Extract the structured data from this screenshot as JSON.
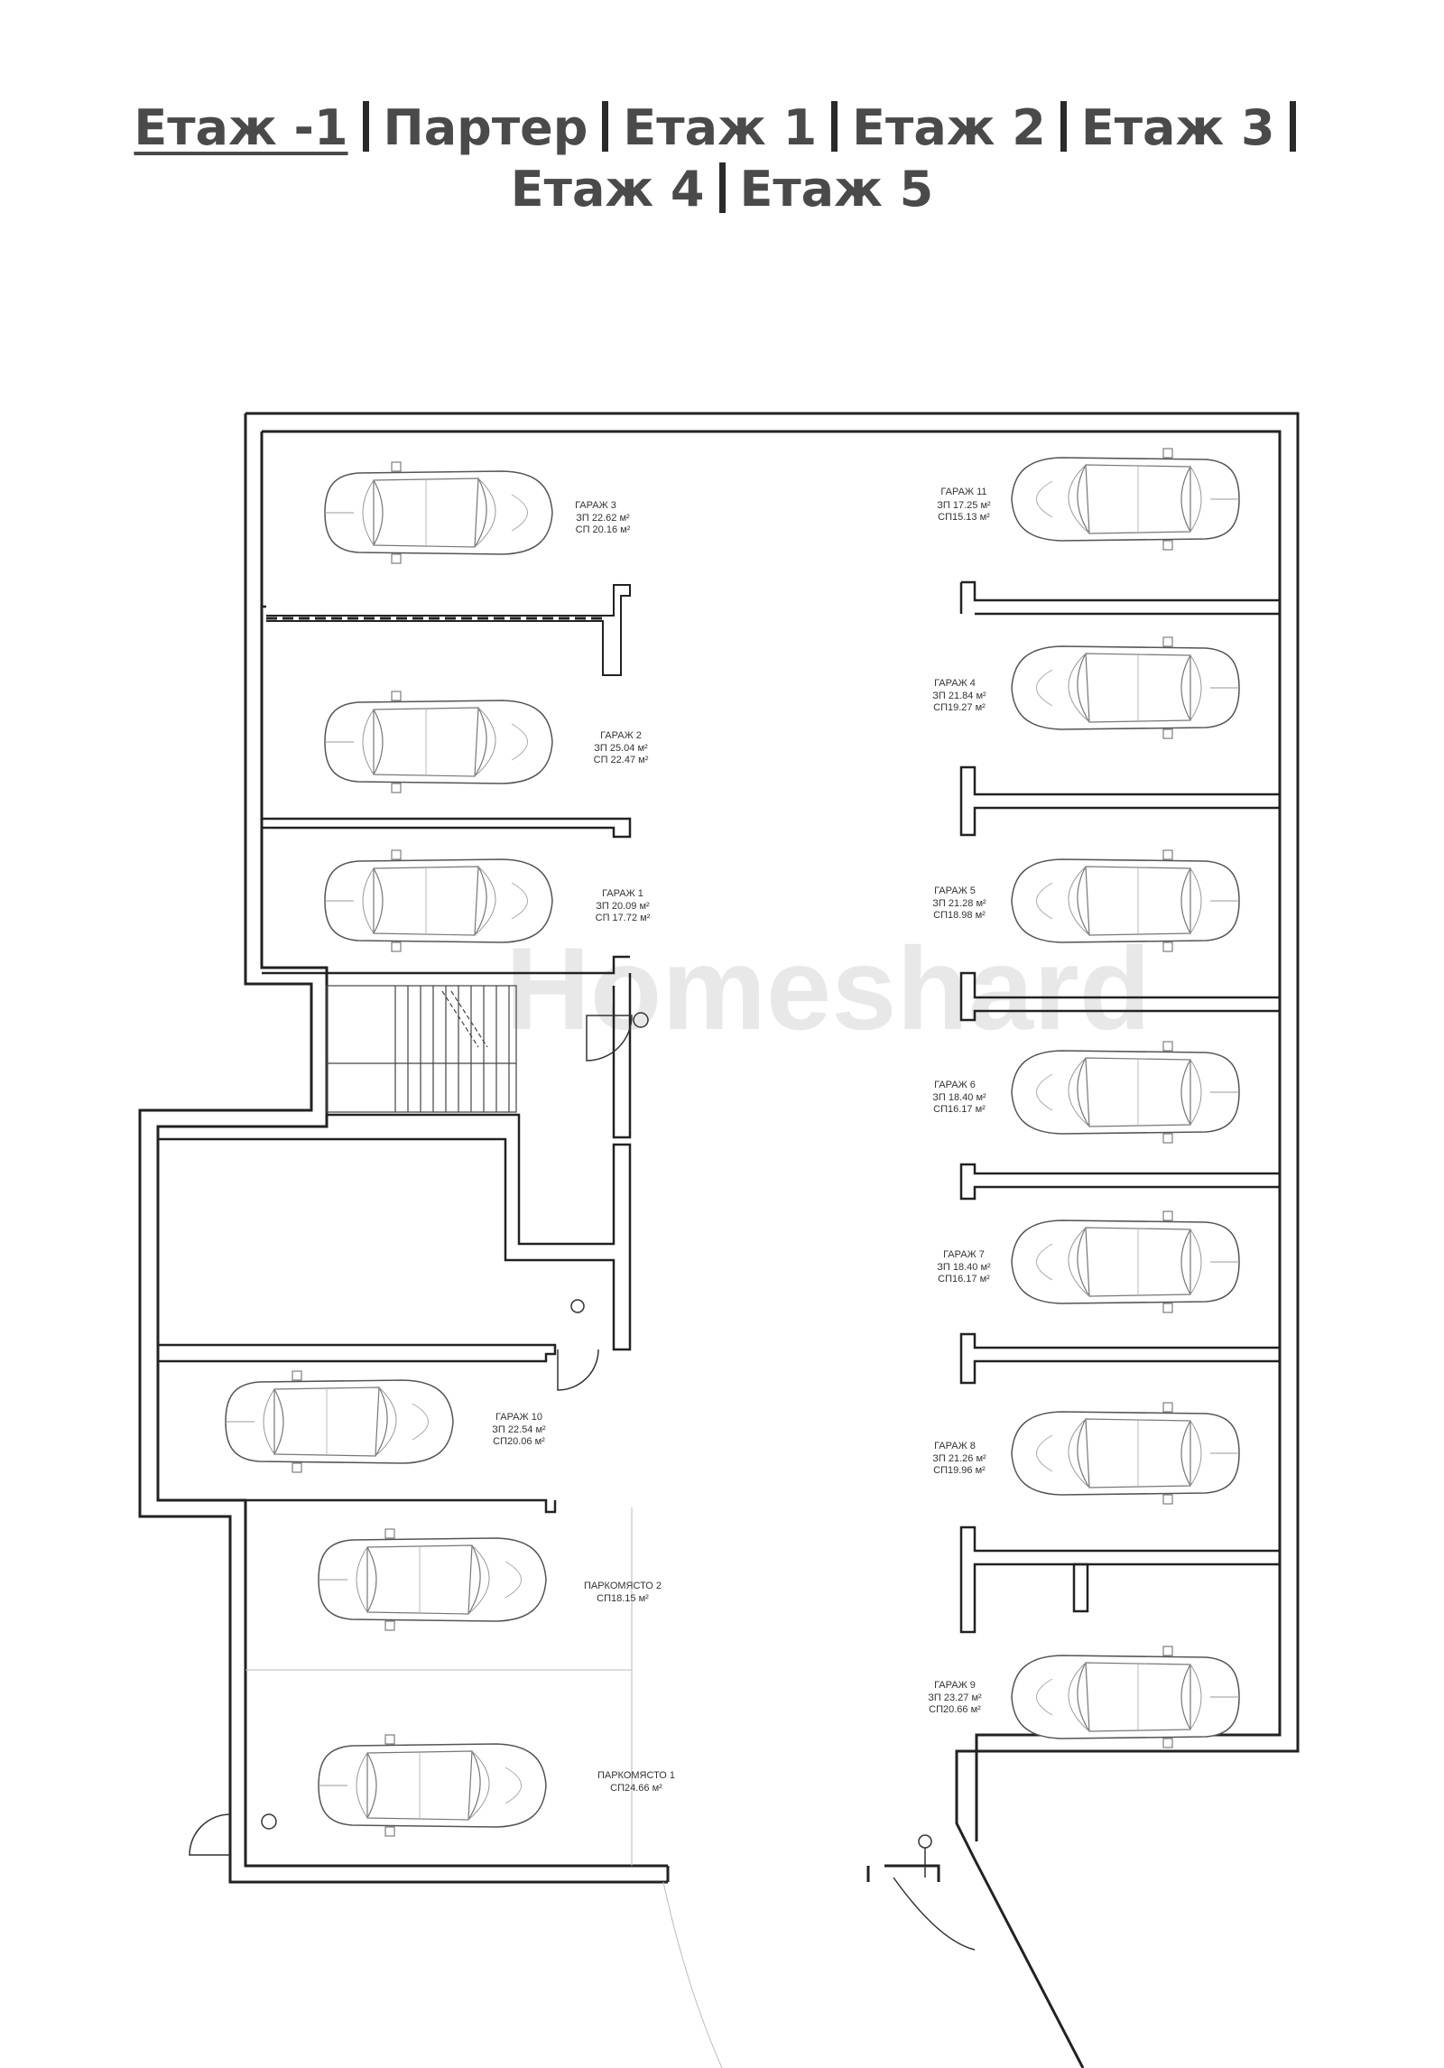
{
  "floor_nav": {
    "items": [
      {
        "id": "floor-minus-1",
        "label": "Етаж -1",
        "active": true
      },
      {
        "id": "ground",
        "label": "Партер",
        "active": false
      },
      {
        "id": "floor-1",
        "label": "Етаж 1",
        "active": false
      },
      {
        "id": "floor-2",
        "label": "Етаж 2",
        "active": false
      },
      {
        "id": "floor-3",
        "label": "Етаж 3",
        "active": false
      },
      {
        "id": "floor-4",
        "label": "Етаж 4",
        "active": false
      },
      {
        "id": "floor-5",
        "label": "Етаж 5",
        "active": false
      }
    ]
  },
  "plan": {
    "watermark": "Homeshard",
    "units": {
      "garage_3": {
        "name": "ГАРАЖ 3",
        "zp": "ЗП 22.62 м²",
        "sp": "СП 20.16 м²"
      },
      "garage_2": {
        "name": "ГАРАЖ 2",
        "zp": "ЗП 25.04 м²",
        "sp": "СП 22.47 м²"
      },
      "garage_1": {
        "name": "ГАРАЖ 1",
        "zp": "ЗП 20.09 м²",
        "sp": "СП 17.72 м²"
      },
      "garage_11": {
        "name": "ГАРАЖ 11",
        "zp": "ЗП 17.25 м²",
        "sp": "СП15.13 м²"
      },
      "garage_4": {
        "name": "ГАРАЖ 4",
        "zp": "ЗП 21.84 м²",
        "sp": "СП19.27 м²"
      },
      "garage_5": {
        "name": "ГАРАЖ 5",
        "zp": "ЗП 21.28 м²",
        "sp": "СП18.98 м²"
      },
      "garage_6": {
        "name": "ГАРАЖ 6",
        "zp": "ЗП 18.40 м²",
        "sp": "СП16.17 м²"
      },
      "garage_7": {
        "name": "ГАРАЖ 7",
        "zp": "ЗП 18.40 м²",
        "sp": "СП16.17 м²"
      },
      "garage_8": {
        "name": "ГАРАЖ 8",
        "zp": "ЗП 21.26 м²",
        "sp": "СП19.96 м²"
      },
      "garage_9": {
        "name": "ГАРАЖ 9",
        "zp": "ЗП 23.27 м²",
        "sp": "СП20.66 м²"
      },
      "garage_10": {
        "name": "ГАРАЖ 10",
        "zp": "ЗП 22.54 м²",
        "sp": "СП20.06 м²"
      },
      "parking_2": {
        "name": "ПАРКОМЯСТО 2",
        "sp": "СП18.15 м²"
      },
      "parking_1": {
        "name": "ПАРКОМЯСТО 1",
        "sp": "СП24.66 м²"
      }
    }
  }
}
